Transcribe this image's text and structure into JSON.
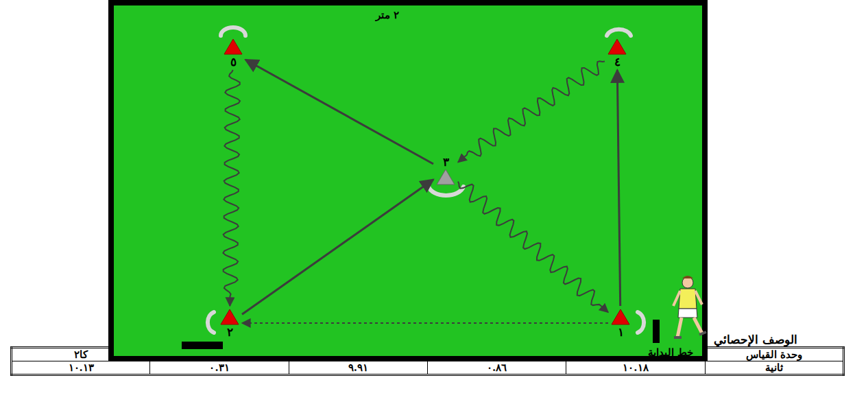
{
  "diagram": {
    "nodes": [
      {
        "text": [
          "١"
        ]
      },
      {
        "text": [
          "٢"
        ]
      },
      {
        "text": [
          "٣"
        ]
      },
      {
        "text": [
          "٤"
        ]
      },
      {
        "text": [
          "٥"
        ]
      }
    ],
    "edges": [
      {
        "from": 0,
        "to": 3,
        "arrow": "to"
      },
      {
        "from": 3,
        "to": 2,
        "arrow": "to"
      },
      {
        "from": 2,
        "to": 0,
        "arrow": "to"
      },
      {
        "from": 0,
        "to": 1,
        "arrow": "to"
      },
      {
        "from": 1,
        "to": 2,
        "arrow": "to"
      },
      {
        "from": 2,
        "to": 4,
        "arrow": "to"
      },
      {
        "from": 4,
        "to": 1,
        "arrow": "to"
      }
    ],
    "labels": [
      "٢ متر",
      "خط البداية",
      "الوصف الإحصائي",
      "وحدة القياس",
      "كا٢",
      "ثانية",
      "١٠.١٨",
      "٠.٨٦",
      "٩.٩١",
      "٠.٣١",
      "١٠.١٣"
    ]
  }
}
